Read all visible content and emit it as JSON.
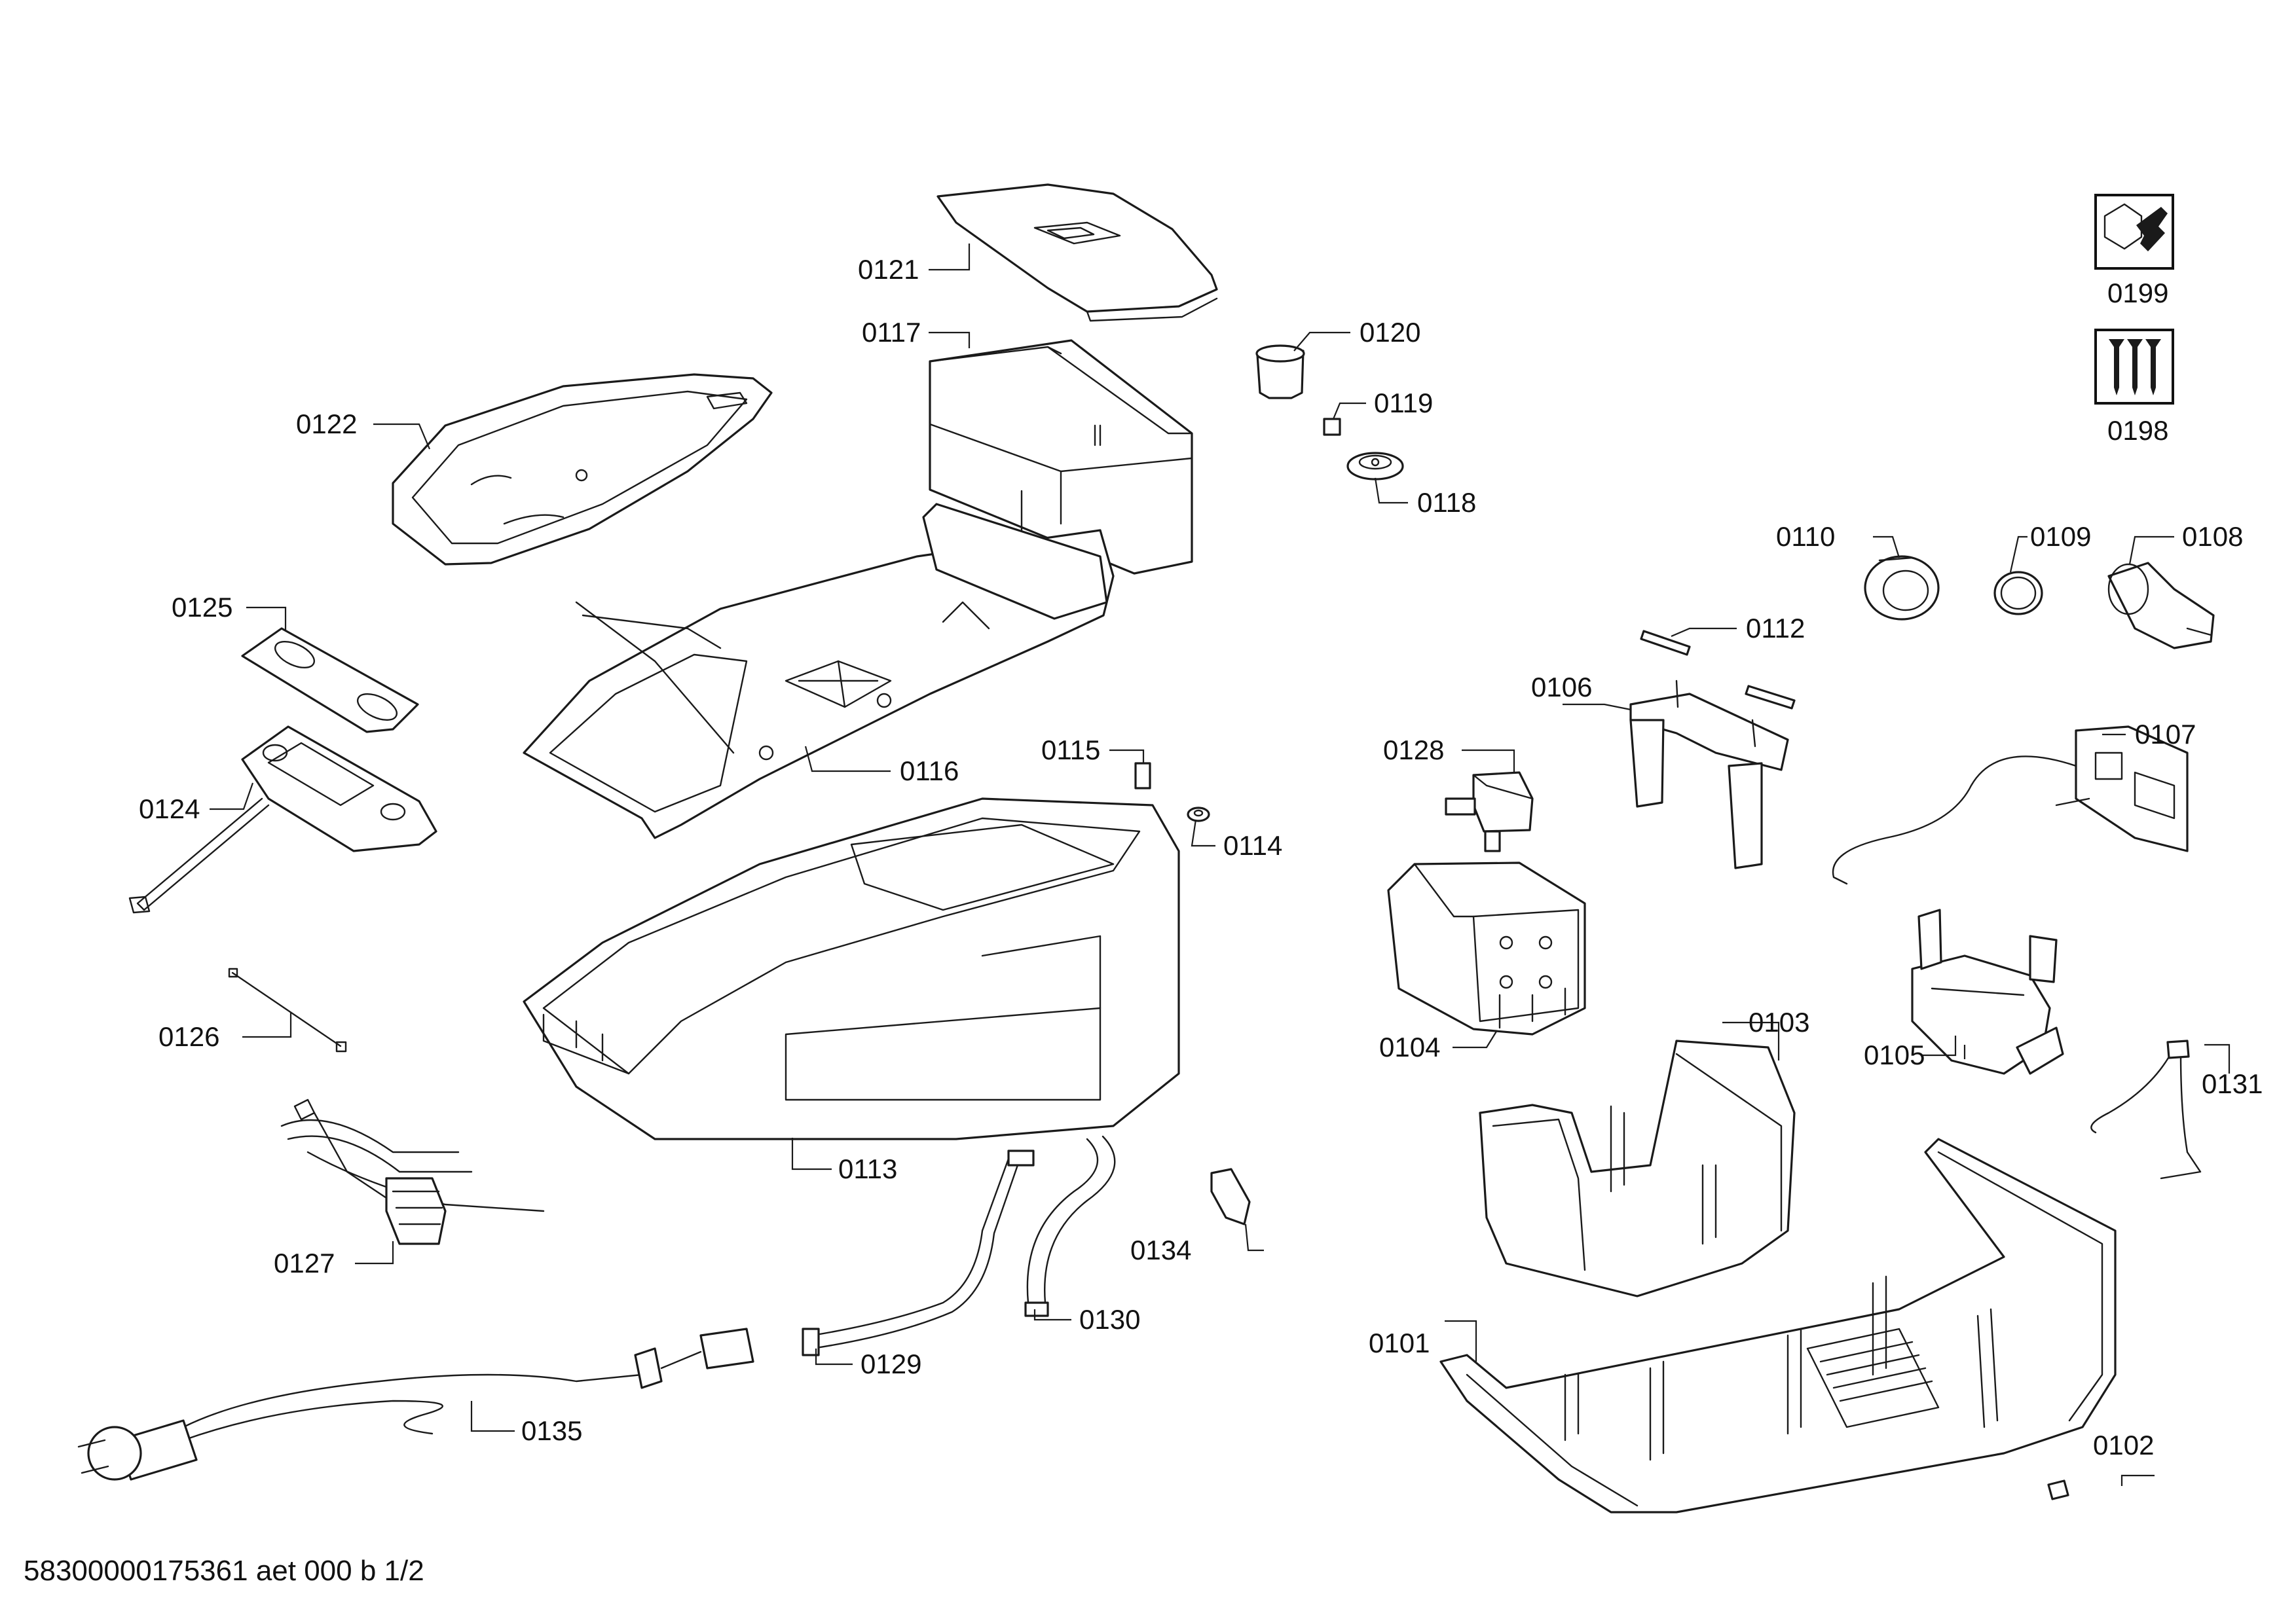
{
  "footer": {
    "doc_id": "58300000175361 aet 000 b 1/2"
  },
  "icons": [
    {
      "name": "tool-kit-icon",
      "number": "0199"
    },
    {
      "name": "screw-set-icon",
      "number": "0198"
    }
  ],
  "parts": [
    {
      "number": "0101"
    },
    {
      "number": "0102"
    },
    {
      "number": "0103"
    },
    {
      "number": "0104"
    },
    {
      "number": "0105"
    },
    {
      "number": "0106"
    },
    {
      "number": "0107"
    },
    {
      "number": "0108"
    },
    {
      "number": "0109"
    },
    {
      "number": "0110"
    },
    {
      "number": "0112"
    },
    {
      "number": "0113"
    },
    {
      "number": "0114"
    },
    {
      "number": "0115"
    },
    {
      "number": "0116"
    },
    {
      "number": "0117"
    },
    {
      "number": "0118"
    },
    {
      "number": "0119"
    },
    {
      "number": "0120"
    },
    {
      "number": "0121"
    },
    {
      "number": "0122"
    },
    {
      "number": "0124"
    },
    {
      "number": "0125"
    },
    {
      "number": "0126"
    },
    {
      "number": "0127"
    },
    {
      "number": "0128"
    },
    {
      "number": "0129"
    },
    {
      "number": "0130"
    },
    {
      "number": "0131"
    },
    {
      "number": "0134"
    },
    {
      "number": "0135"
    }
  ]
}
